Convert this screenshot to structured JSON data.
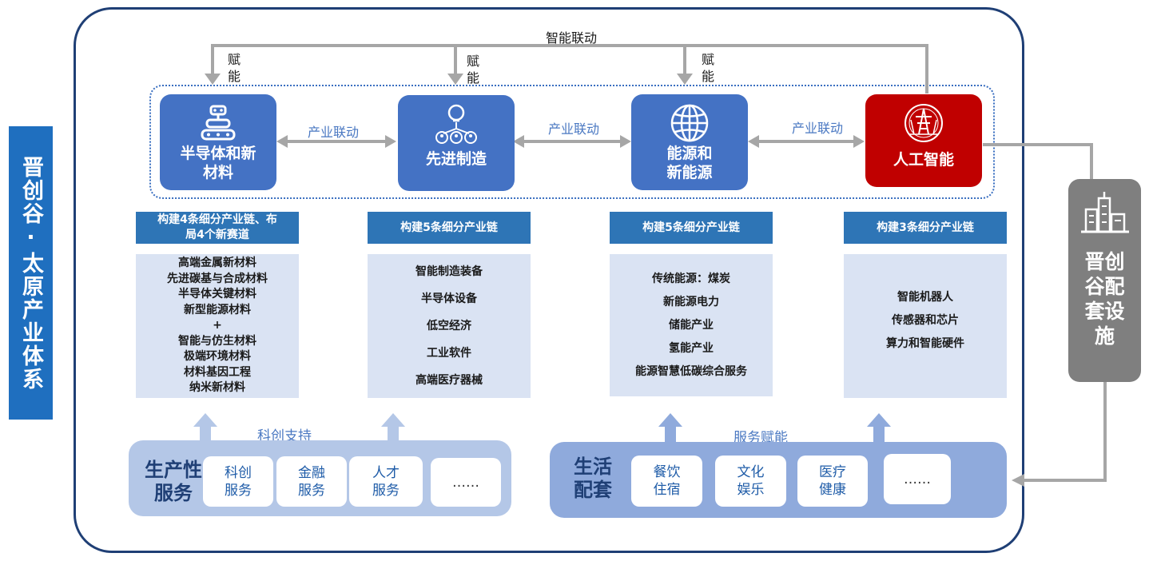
{
  "left_title": "晋创谷·太原产业体系",
  "top_link": "智能联动",
  "empower_label": "赋\n能",
  "industry_link": "产业联动",
  "domains": [
    {
      "label": "半导体和新\n材料",
      "icon": "conveyor-robot-icon"
    },
    {
      "label": "先进制造",
      "icon": "lightbulb-network-icon"
    },
    {
      "label": "能源和\n新能源",
      "icon": "globe-icon"
    },
    {
      "label": "人工智能",
      "icon": "power-tower-emblem-icon"
    }
  ],
  "chains": [
    {
      "header": "构建4条细分产业链、布\n局4个新赛道",
      "items": [
        "高端金属新材料",
        "先进碳基与合成材料",
        "半导体关键材料",
        "新型能源材料",
        "+",
        "智能与仿生材料",
        "极端环境材料",
        "材料基因工程",
        "纳米新材料"
      ]
    },
    {
      "header": "构建5条细分产业链",
      "items": [
        "智能制造装备",
        "半导体设备",
        "低空经济",
        "工业软件",
        "高端医疗器械"
      ]
    },
    {
      "header": "构建5条细分产业链",
      "items": [
        "传统能源：煤炭",
        "新能源电力",
        "储能产业",
        "氢能产业",
        "能源智慧低碳综合服务"
      ]
    },
    {
      "header": "构建3条细分产业链",
      "items": [
        "智能机器人",
        "传感器和芯片",
        "算力和智能硬件"
      ]
    }
  ],
  "support_left": "科创支持",
  "support_right": "服务赋能",
  "production_services": {
    "title": "生产性\n服务",
    "items": [
      "科创\n服务",
      "金融\n服务",
      "人才\n服务",
      "……"
    ]
  },
  "life_services": {
    "title": "生活\n配套",
    "items": [
      "餐饮\n住宿",
      "文化\n娱乐",
      "医疗\n健康",
      "……"
    ]
  },
  "facility": {
    "label": "晋创\n谷配\n套设\n施",
    "icon": "city-buildings-icon"
  },
  "colors": {
    "frame": "#1f3f75",
    "blue_card": "#4472c4",
    "red_card": "#c00000",
    "chain_header": "#2e75b6",
    "chain_list": "#dae3f3",
    "gray": "#7f7f7f",
    "arrow_gray": "#a6a6a6",
    "arrow_blue": "#8faadc"
  }
}
